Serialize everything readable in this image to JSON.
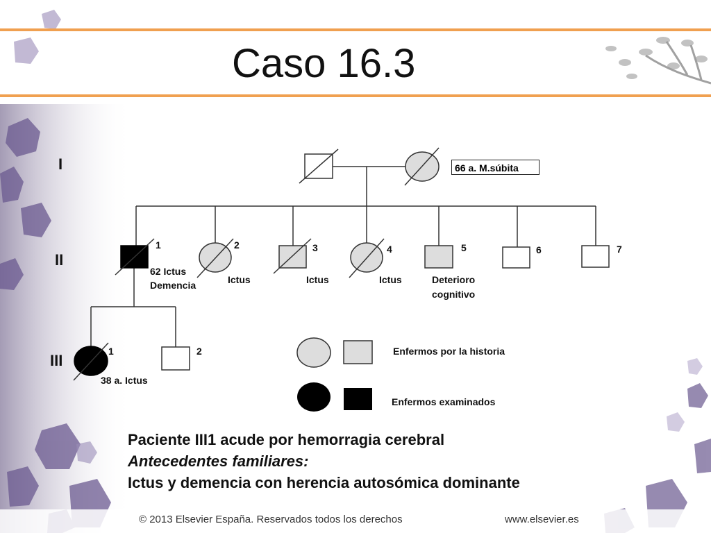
{
  "title": "Caso 16.3",
  "generations": [
    "I",
    "II",
    "III"
  ],
  "gen1": {
    "note": "66 a. M.súbita"
  },
  "gen2": {
    "numbers": [
      "1",
      "2",
      "3",
      "4",
      "5",
      "6",
      "7"
    ],
    "notes": {
      "n1a": "62 Ictus",
      "n1b": "Demencia",
      "n2": "Ictus",
      "n3": "Ictus",
      "n4": "Ictus",
      "n5a": "Deterioro",
      "n5b": "cognitivo"
    }
  },
  "gen3": {
    "numbers": [
      "1",
      "2"
    ],
    "note": "38 a. Ictus"
  },
  "legend": {
    "history": "Enfermos por la historia",
    "examined": "Enfermos examinados"
  },
  "caption": {
    "line1": "Paciente III1 acude por hemorragia cerebral",
    "line2": "Antecedentes  familiares:",
    "line3": "Ictus y demencia con herencia autosómica dominante"
  },
  "footer": {
    "copyright": "© 2013 Elsevier España. Reservados todos los derechos",
    "url": "www.elsevier.es"
  },
  "colors": {
    "accent": "#f0a050",
    "affected_history": "#dddddd",
    "affected_examined": "#000000",
    "decoration": "#6a5a8a"
  }
}
